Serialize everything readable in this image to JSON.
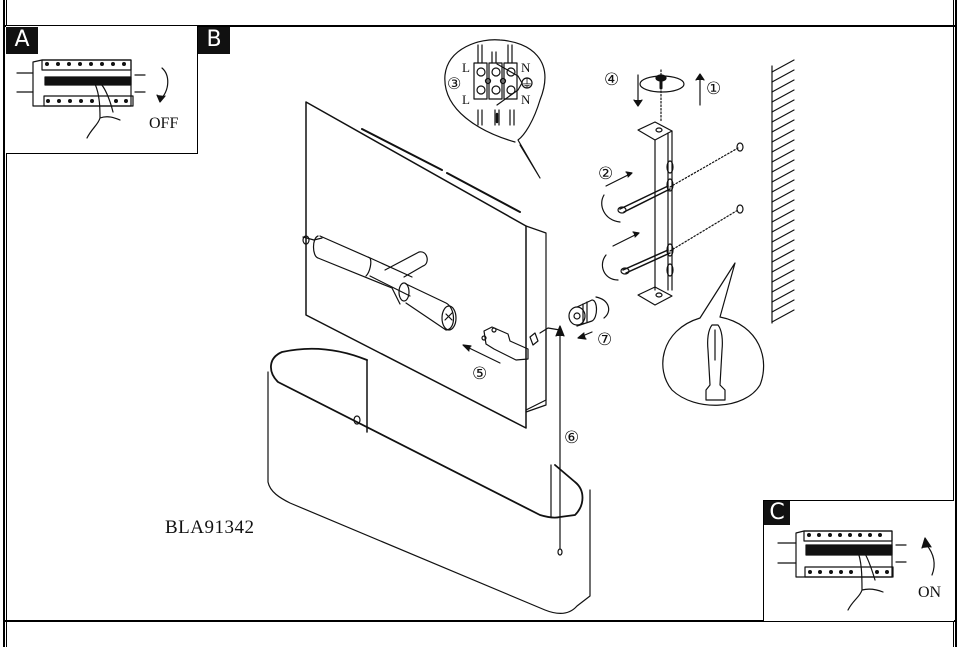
{
  "panels": {
    "a": {
      "tag": "A",
      "state": "OFF"
    },
    "b": {
      "tag": "B"
    },
    "c": {
      "tag": "C",
      "state": "ON"
    }
  },
  "model_number": "BLA91342",
  "wiring": {
    "step": "③",
    "terminals_top": [
      "L",
      "N"
    ],
    "terminals_bottom": [
      "L",
      "N"
    ],
    "earth_symbol": "⏚"
  },
  "steps": {
    "s1": "①",
    "s2": "②",
    "s4": "④",
    "s5": "⑤",
    "s6": "⑥",
    "s7": "⑦"
  },
  "colors": {
    "line": "#111111",
    "tag_bg": "#111111",
    "tag_fg": "#ffffff"
  }
}
